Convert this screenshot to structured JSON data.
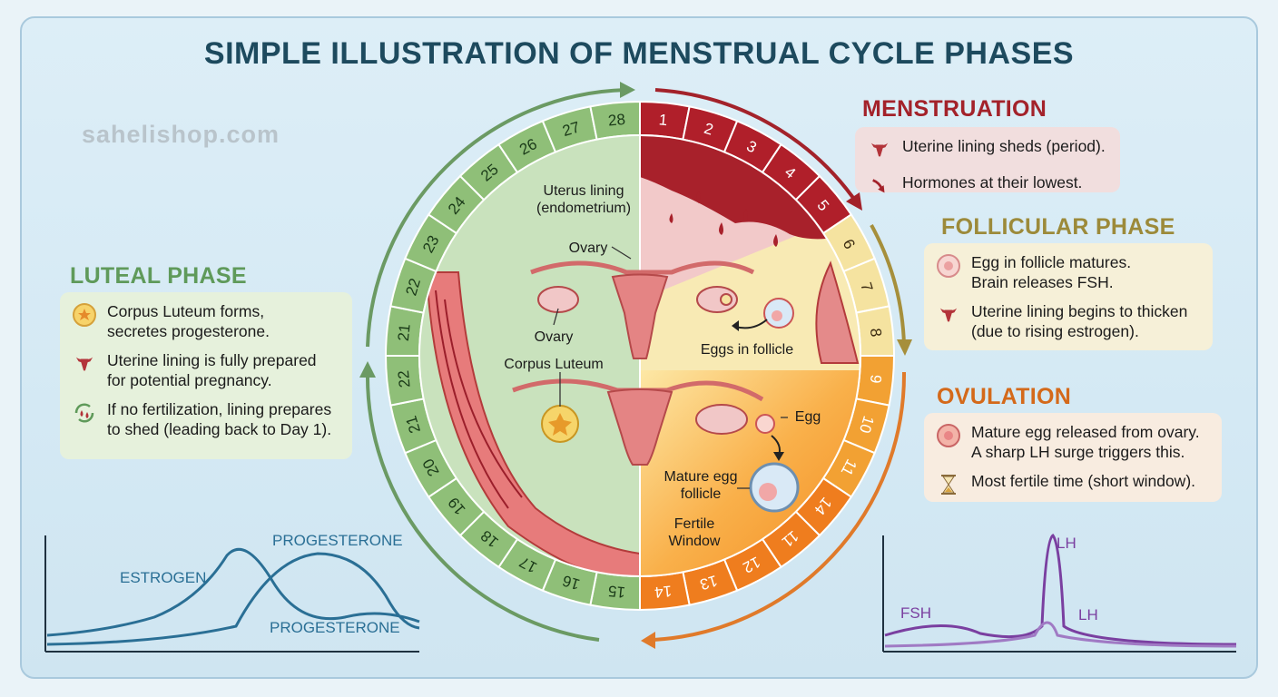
{
  "title": "SIMPLE ILLUSTRATION OF MENSTRUAL CYCLE PHASES",
  "watermark": "sahelishop.com",
  "colors": {
    "menstruation": "#a3222a",
    "follicular": "#9c8a3a",
    "ovulation": "#d4691a",
    "luteal": "#5f9a5a",
    "estrogen": "#2a6f95",
    "progesterone": "#2a6f95",
    "lh": "#7a3fa0",
    "fsh": "#7a3fa0"
  },
  "phases": {
    "menstruation": {
      "heading": "MENSTRUATION",
      "items": [
        {
          "icon": "uterus-icon",
          "text": "Uterine lining sheds (period)."
        },
        {
          "icon": "down-arrow-icon",
          "text": "Hormones at their lowest."
        }
      ]
    },
    "follicular": {
      "heading": "FOLLICULAR PHASE",
      "items": [
        {
          "icon": "follicle-icon",
          "text": "Egg in follicle matures.\nBrain releases FSH."
        },
        {
          "icon": "uterus-icon",
          "text": "Uterine lining begins to thicken\n(due to rising estrogen)."
        }
      ]
    },
    "ovulation": {
      "heading": "OVULATION",
      "items": [
        {
          "icon": "egg-icon",
          "text": "Mature egg released from ovary.\nA sharp LH surge triggers this."
        },
        {
          "icon": "hourglass-icon",
          "text": "Most fertile time (short window)."
        }
      ]
    },
    "luteal": {
      "heading": "LUTEAL PHASE",
      "items": [
        {
          "icon": "corpus-luteum-icon",
          "text": "Corpus Luteum forms,\nsecretes progesterone."
        },
        {
          "icon": "uterus-icon",
          "text": "Uterine lining is fully prepared\nfor potential pregnancy."
        },
        {
          "icon": "recycle-drops-icon",
          "text": "If no fertilization, lining prepares\nto shed (leading back to Day 1)."
        }
      ]
    }
  },
  "wheel": {
    "days_right": [
      "1",
      "2",
      "3",
      "4",
      "5",
      "6",
      "7",
      "8",
      "9",
      "10",
      "11",
      "14",
      "11",
      "12",
      "13",
      "14"
    ],
    "days_left": [
      "15",
      "16",
      "17",
      "18",
      "19",
      "20",
      "21",
      "22",
      "21",
      "22",
      "23",
      "24",
      "25",
      "26",
      "27",
      "28"
    ],
    "labels": {
      "uterus_lining": "Uterus lining\n(endometrium)",
      "ovary_top": "Ovary",
      "ovary_bottom": "Ovary",
      "eggs_in_follicle": "Eggs in follicle",
      "corpus_luteum": "Corpus Luteum",
      "egg": "Egg",
      "mature_egg_follicle": "Mature egg\nfollicle",
      "fertile_window": "Fertile\nWindow"
    }
  },
  "charts": {
    "left": {
      "estrogen": "ESTROGEN",
      "progesterone_top": "PROGESTERONE",
      "progesterone_bottom": "PROGESTERONE"
    },
    "right": {
      "lh_top": "LH",
      "fsh": "FSH",
      "lh_right": "LH"
    }
  }
}
